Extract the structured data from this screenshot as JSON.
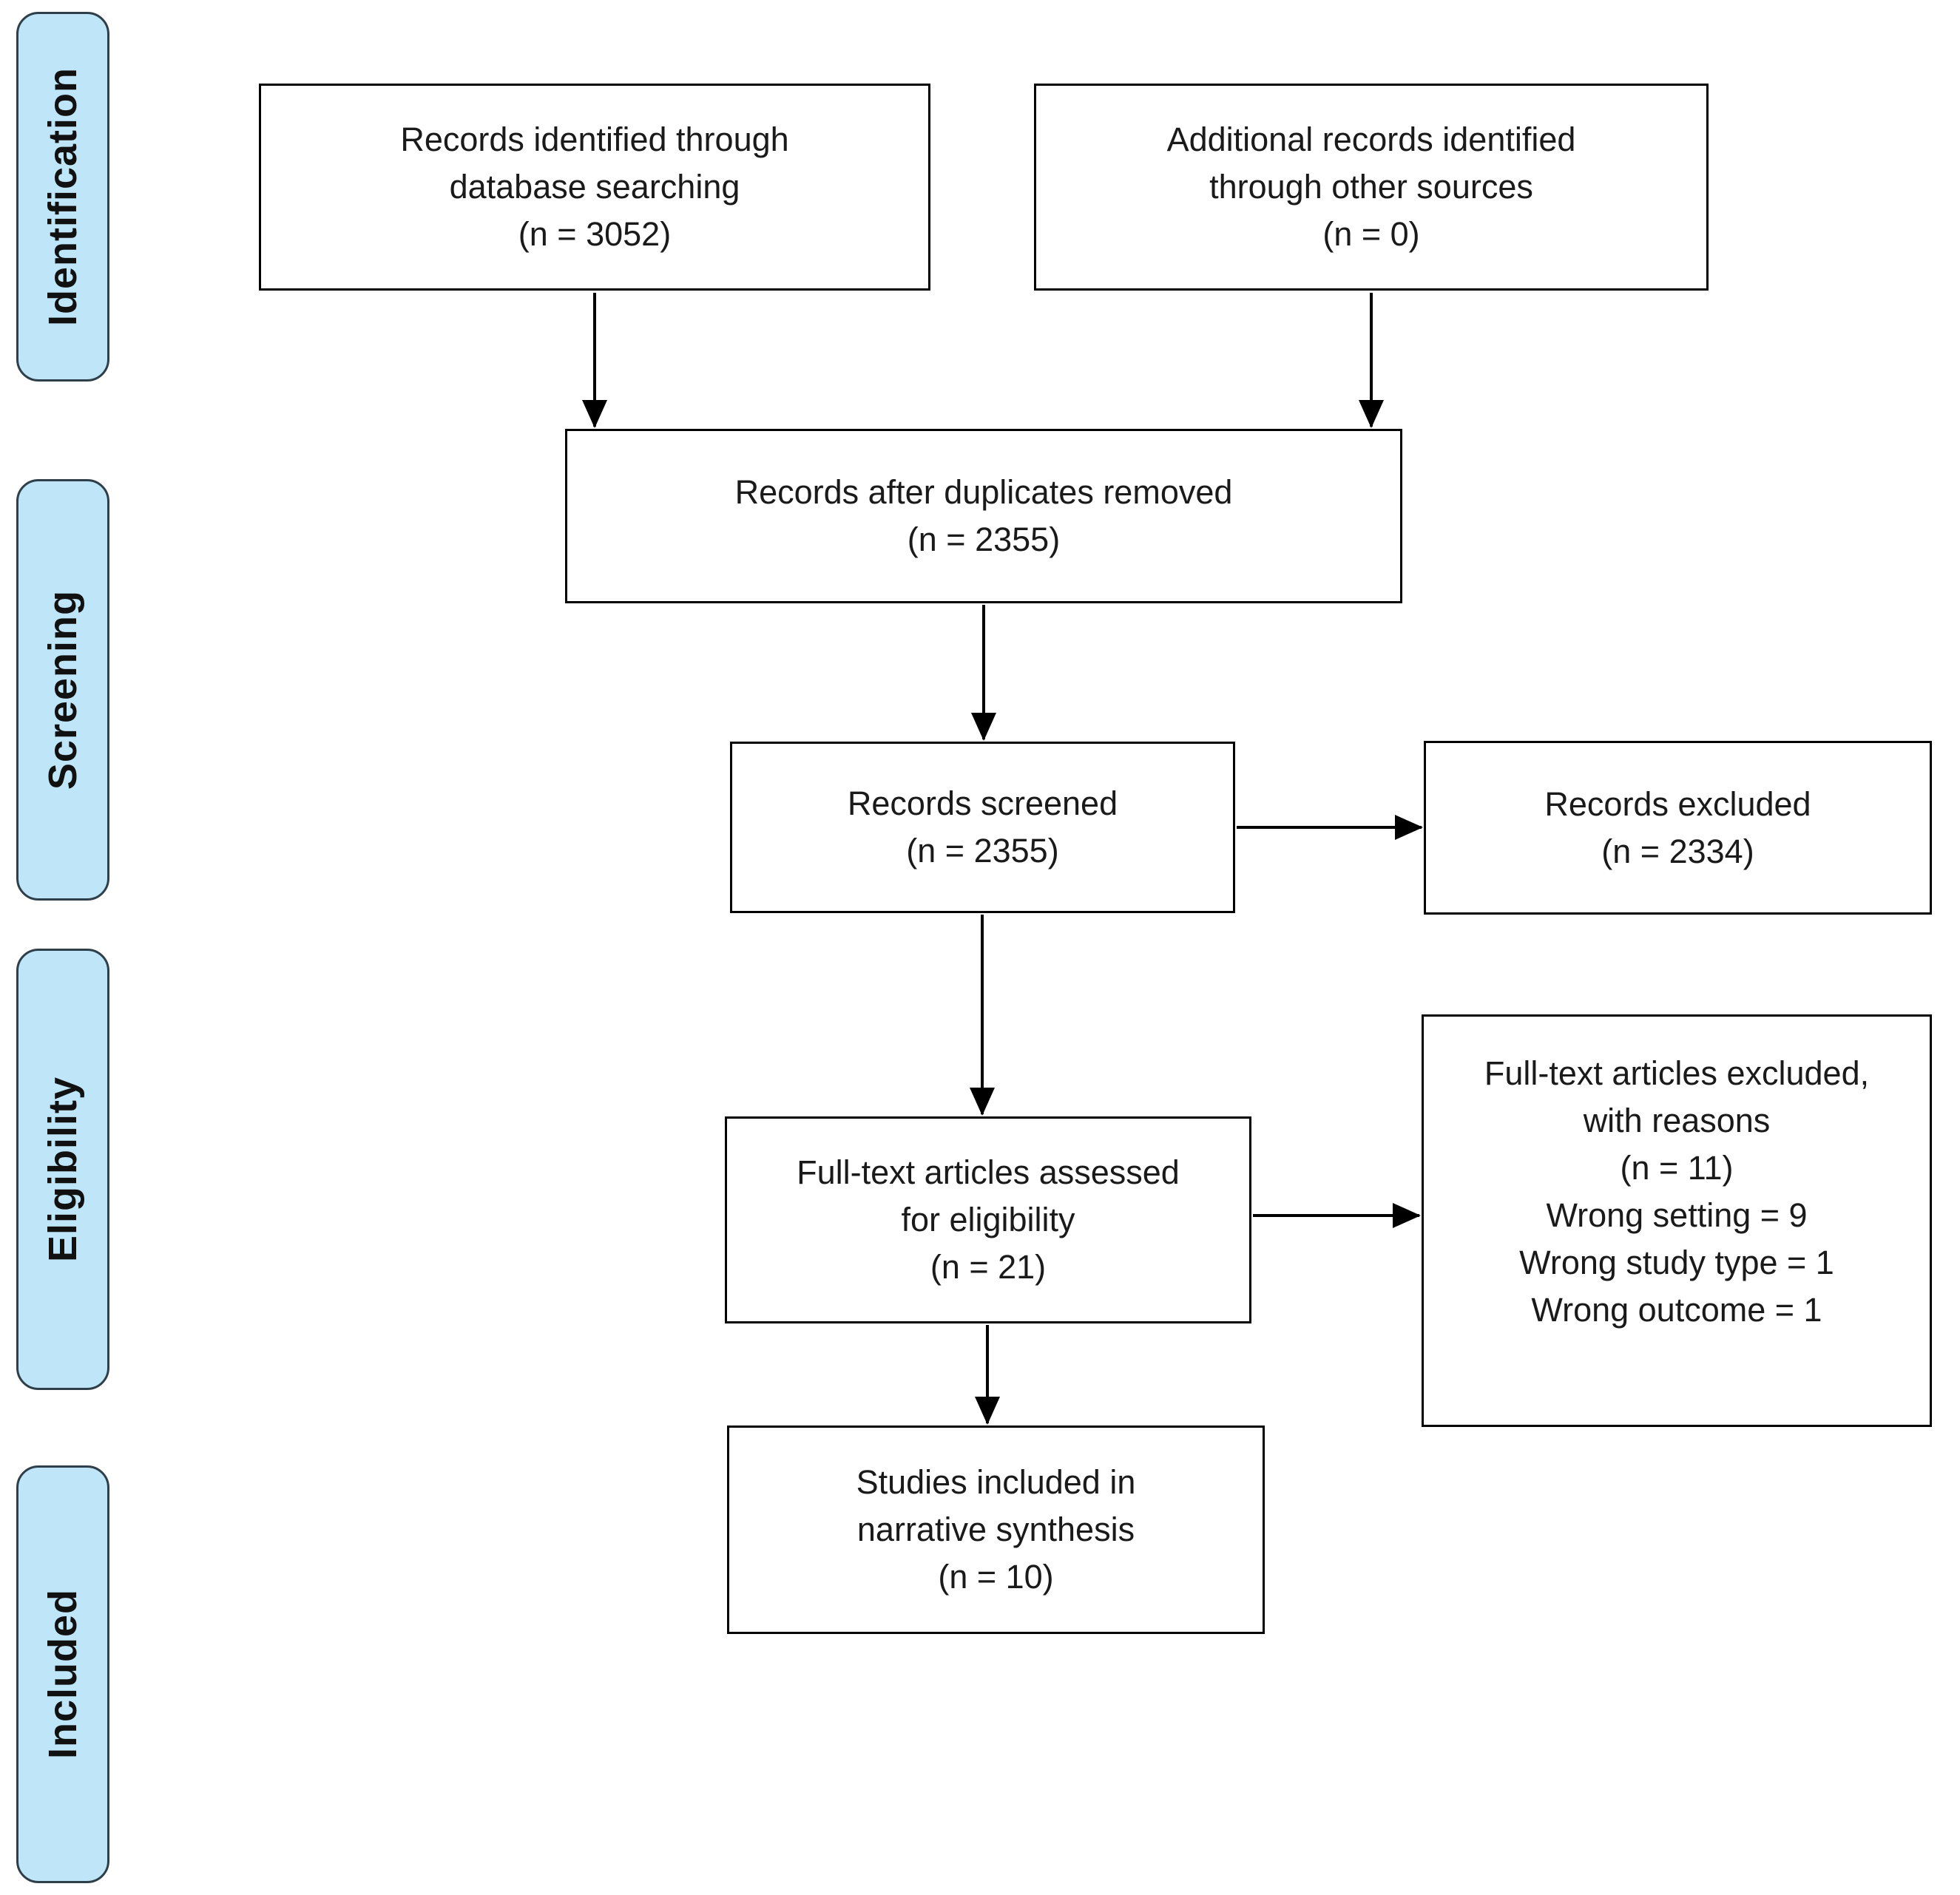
{
  "diagram": {
    "stages": [
      {
        "label": "Identification"
      },
      {
        "label": "Screening"
      },
      {
        "label": "Eligibility"
      },
      {
        "label": "Included"
      }
    ],
    "boxes": [
      {
        "id": "records-identified",
        "lines": [
          "Records identified through",
          "database searching",
          "(n = 3052)"
        ]
      },
      {
        "id": "additional-records",
        "lines": [
          "Additional records identified",
          "through other sources",
          "(n = 0)"
        ]
      },
      {
        "id": "duplicates-removed",
        "lines": [
          "Records after duplicates removed",
          "(n = 2355)"
        ]
      },
      {
        "id": "records-screened",
        "lines": [
          "Records screened",
          "(n = 2355)"
        ]
      },
      {
        "id": "records-excluded",
        "lines": [
          "Records excluded",
          "(n = 2334)"
        ]
      },
      {
        "id": "fulltext-assessed",
        "lines": [
          "Full-text articles assessed",
          "for eligibility",
          "(n = 21)"
        ]
      },
      {
        "id": "fulltext-excluded",
        "lines": [
          "Full-text articles excluded,",
          "with reasons",
          "(n = 11)",
          "Wrong setting = 9",
          "Wrong study type = 1",
          "Wrong outcome = 1"
        ]
      },
      {
        "id": "studies-included",
        "lines": [
          "Studies included in",
          "narrative synthesis",
          "(n = 10)"
        ]
      }
    ],
    "colors": {
      "stage_fill": "#bee5f8",
      "stage_border": "#2e3f4a",
      "box_border": "#000000",
      "box_fill": "#ffffff",
      "arrow": "#000000",
      "text": "#1a1a1a",
      "background": "#ffffff"
    }
  }
}
